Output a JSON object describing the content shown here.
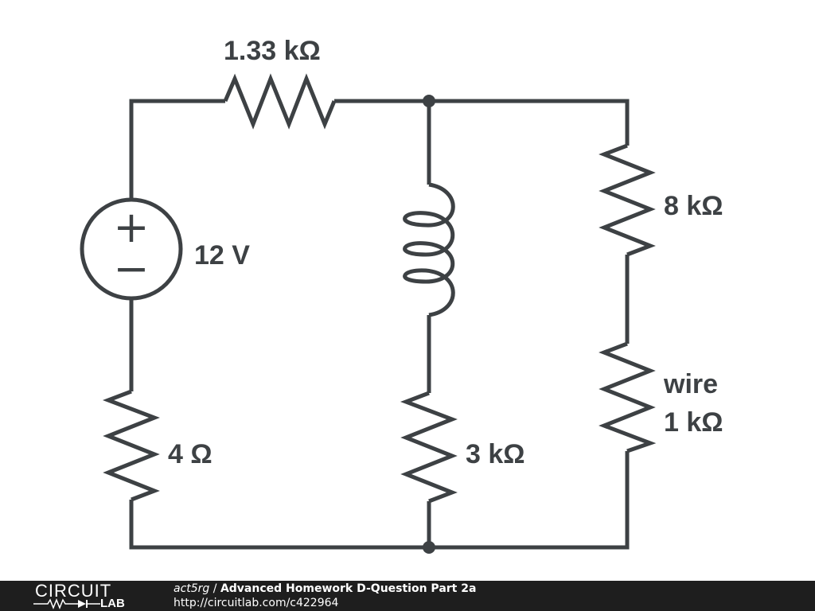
{
  "diagram": {
    "labels": {
      "r_top": "1.33 kΩ",
      "source": "12 V",
      "r_left": "4 Ω",
      "r_mid": "3 kΩ",
      "r_right_top": "8 kΩ",
      "r_right_bottom_name": "wire",
      "r_right_bottom_value": "1 kΩ"
    },
    "source_symbols": {
      "plus": "+",
      "minus": "−"
    }
  },
  "footer": {
    "logo_top": "CIRCUIT",
    "logo_bottom": "LAB",
    "author": "act5rg",
    "separator": "/",
    "title": "Advanced Homework D-Question Part 2a",
    "url": "http://circuitlab.com/c422964"
  },
  "colors": {
    "ink": "#3d4144",
    "footer_bg": "#1e1e1e",
    "footer_text": "#ffffff"
  }
}
